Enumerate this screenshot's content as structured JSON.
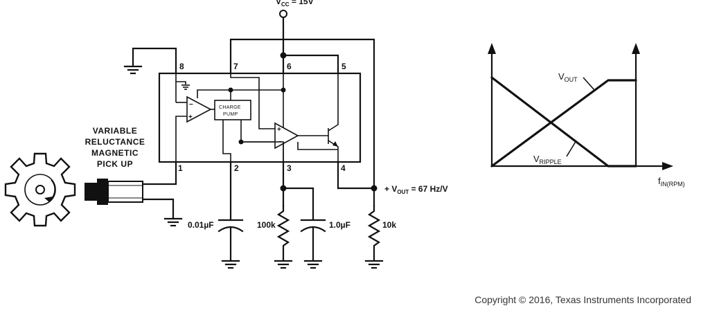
{
  "supply": {
    "label": "V",
    "sub": "CC",
    "value": " = 15V"
  },
  "pins": [
    "1",
    "2",
    "3",
    "4",
    "5",
    "6",
    "7",
    "8"
  ],
  "block": {
    "line1": "CHARGE",
    "line2": "PUMP"
  },
  "sensor": {
    "label_lines": [
      "VARIABLE",
      "RELUCTANCE",
      "MAGNETIC",
      "PICK UP"
    ]
  },
  "components": {
    "c_pump": "0.01µF",
    "r_load": "100k",
    "c_filter": "1.0µF",
    "r_pullup": "10k"
  },
  "output": {
    "prefix": "+ V",
    "sub": "OUT",
    "suffix": " = 67 Hz/V"
  },
  "graph": {
    "vout": {
      "main": "V",
      "sub": "OUT"
    },
    "vripple": {
      "main": "V",
      "sub": "RIPPLE"
    },
    "xaxis": {
      "main": "f",
      "sub": "IN(RPM)"
    }
  },
  "copyright": "Copyright © 2016, Texas Instruments Incorporated"
}
